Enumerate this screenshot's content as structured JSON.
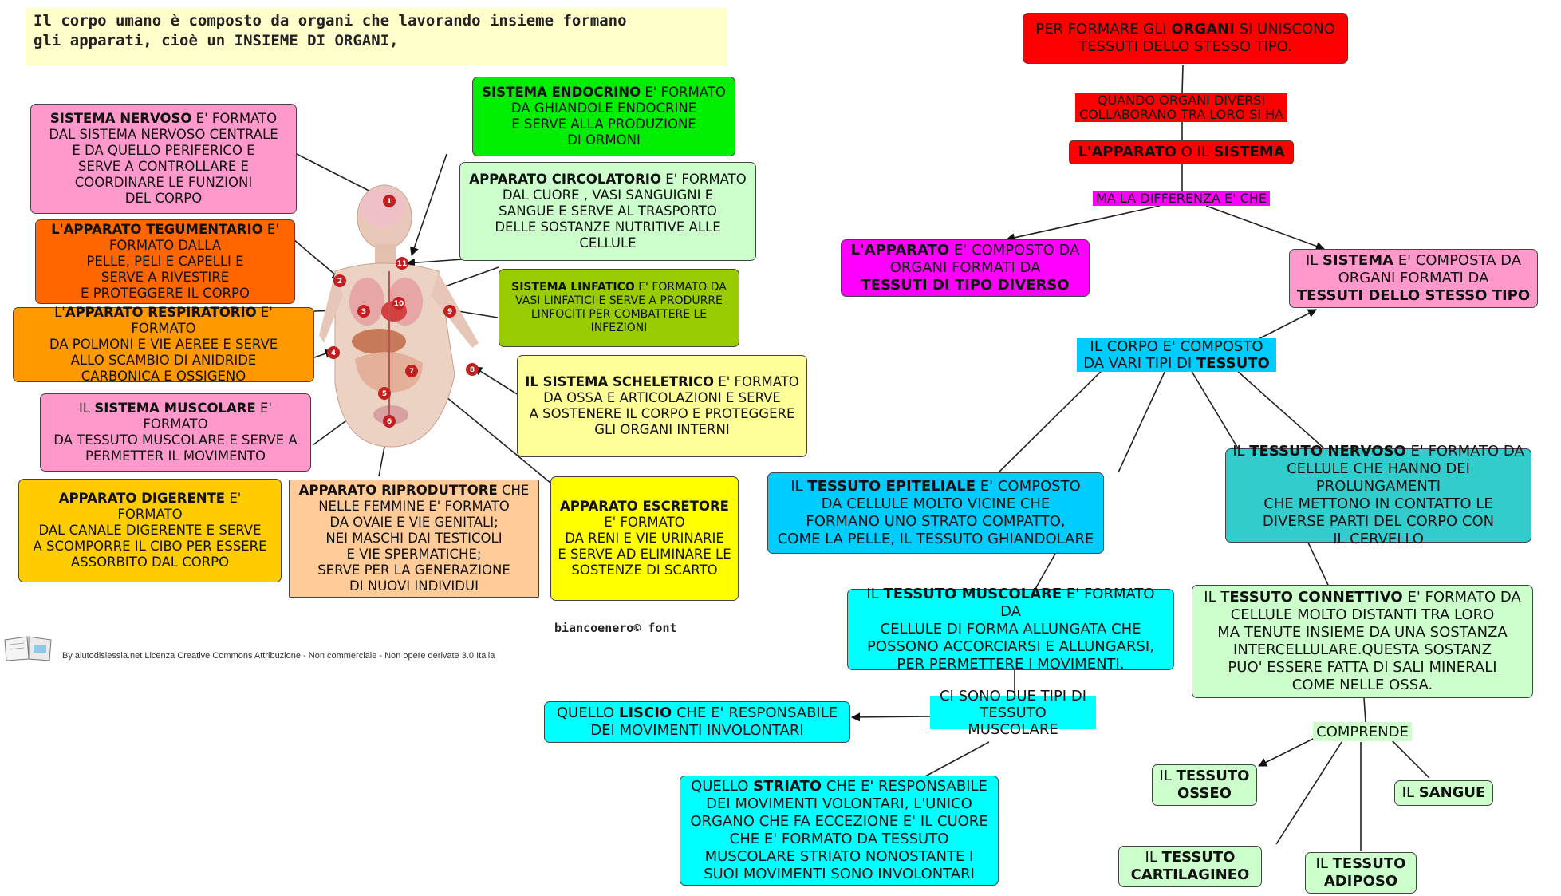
{
  "intro": {
    "line1": "Il corpo umano è composto da organi che lavorando insieme formano",
    "line2": "gli apparati, cioè un INSIEME DI ORGANI,"
  },
  "body_labels": [
    "1",
    "2",
    "3",
    "4",
    "5",
    "6",
    "7",
    "8",
    "9",
    "10",
    "11"
  ],
  "nodes": {
    "nervoso": {
      "b": "SISTEMA NERVOSO",
      "t": " E' FORMATO\nDAL SISTEMA NERVOSO CENTRALE\nE DA QUELLO PERIFERICO E\nSERVE A CONTROLLARE E\nCOORDINARE LE FUNZIONI\nDEL CORPO"
    },
    "tegumentario": {
      "b": "L'APPARATO TEGUMENTARIO",
      "t": " E'\nFORMATO DALLA\nPELLE, PELI E CAPELLI E\nSERVE A RIVESTIRE\nE PROTEGGERE IL CORPO"
    },
    "respiratorio": {
      "a": "L'",
      "b": "APPARATO RESPIRATORIO",
      "t": " E' FORMATO\nDA POLMONI E VIE AEREE E SERVE\nALLO SCAMBIO DI ANIDRIDE\nCARBONICA E OSSIGENO"
    },
    "muscolare": {
      "a": "IL ",
      "b": "SISTEMA MUSCOLARE",
      "t": " E' FORMATO\nDA TESSUTO MUSCOLARE E SERVE A\nPERMETTER IL MOVIMENTO"
    },
    "digerente": {
      "b": "APPARATO DIGERENTE",
      "t": " E' FORMATO\nDAL CANALE DIGERENTE E SERVE\nA SCOMPORRE IL CIBO PER ESSERE\nASSORBITO DAL CORPO"
    },
    "riproduttore": {
      "b": "APPARATO RIPRODUTTORE",
      "t": " CHE\nNELLE FEMMINE E' FORMATO\nDA OVAIE E VIE GENITALI;\nNEI MASCHI DAI TESTICOLI\nE VIE SPERMATICHE;\nSERVE PER LA GENERAZIONE\nDI NUOVI INDIVIDUI"
    },
    "escretore": {
      "b": "APPARATO ESCRETORE",
      "t": "\nE' FORMATO\nDA RENI E VIE URINARIE\nE SERVE AD ELIMINARE LE\nSOSTENZE DI SCARTO"
    },
    "endocrino": {
      "b": "SISTEMA ENDOCRINO",
      "t": " E' FORMATO\nDA GHIANDOLE ENDOCRINE\nE SERVE ALLA PRODUZIONE\nDI ORMONI"
    },
    "circolatorio": {
      "b": "APPARATO CIRCOLATORIO",
      "t": " E' FORMATO\nDAL CUORE , VASI SANGUIGNI E\nSANGUE E SERVE AL TRASPORTO\nDELLE SOSTANZE NUTRITIVE ALLE\nCELLULE"
    },
    "linfatico": {
      "b": "SISTEMA LINFATICO",
      "t": " E' FORMATO DA\nVASI LINFATICI E SERVE A PRODURRE\nLINFOCITI PER COMBATTERE LE\nINFEZIONI"
    },
    "scheletrico": {
      "b": "IL SISTEMA SCHELETRICO",
      "t": " E' FORMATO\nDA OSSA E ARTICOLAZIONI E SERVE\nA SOSTENERE IL CORPO E PROTEGGERE\nGLI ORGANI INTERNI"
    },
    "organi": {
      "a": "PER FORMARE GLI ",
      "b": "ORGANI",
      "t": " SI UNISCONO\nTESSUTI DELLO STESSO TIPO."
    },
    "apparato_sistema": {
      "b": "L'APPARATO",
      "m": " O IL ",
      "b2": "SISTEMA"
    },
    "apparato_def": {
      "b": "L'APPARATO",
      "t": " E' COMPOSTO DA\nORGANI FORMATI DA\n",
      "b2": "TESSUTI DI TIPO DIVERSO"
    },
    "sistema_def": {
      "a": "IL ",
      "b": "SISTEMA",
      "t": " E' COMPOSTA DA\nORGANI FORMATI DA\n",
      "b2": "TESSUTI DELLO STESSO TIPO"
    },
    "epiteliale": {
      "a": "IL ",
      "b": "TESSUTO EPITELIALE",
      "t": " E' COMPOSTO\nDA CELLULE MOLTO VICINE CHE\nFORMANO UNO STRATO COMPATTO,\nCOME LA PELLE, IL TESSUTO GHIANDOLARE"
    },
    "nervoso_t": {
      "a": "IL ",
      "b": "TESSUTO NERVOSO",
      "t": " E' FORMATO DA\nCELLULE CHE HANNO DEI PROLUNGAMENTI\nCHE METTONO IN CONTATTO LE\nDIVERSE PARTI DEL CORPO CON\nIL CERVELLO"
    },
    "muscolare_t": {
      "a": "IL ",
      "b": "TESSUTO MUSCOLARE",
      "t": " E' FORMATO DA\nCELLULE DI FORMA ALLUNGATA CHE\nPOSSONO ACCORCIARSI E ALLUNGARSI,\nPER PERMETTERE I MOVIMENTI."
    },
    "connettivo": {
      "a": "IL T",
      "b": "ESSUTO CONNETTIVO",
      "t": " E' FORMATO DA\nCELLULE MOLTO DISTANTI TRA LORO\nMA TENUTE INSIEME DA UNA SOSTANZA\nINTERCELLULARE.QUESTA SOSTANZ\nPUO' ESSERE FATTA DI SALI MINERALI\nCOME NELLE OSSA."
    },
    "liscio": {
      "a": "QUELLO ",
      "b": "LISCIO",
      "t": " CHE E' RESPONSABILE\nDEI MOVIMENTI INVOLONTARI"
    },
    "striato": {
      "a": "QUELLO ",
      "b": "STRIATO",
      "t": " CHE E' RESPONSABILE\nDEI MOVIMENTI VOLONTARI, L'UNICO\nORGANO CHE FA ECCEZIONE E' IL CUORE\nCHE E' FORMATO DA TESSUTO\nMUSCOLARE STRIATO NONOSTANTE I\nSUOI MOVIMENTI SONO INVOLONTARI"
    },
    "osseo": {
      "a": "IL ",
      "b": "TESSUTO\nOSSEO"
    },
    "sangue": {
      "a": "IL ",
      "b": "SANGUE"
    },
    "cartilagineo": {
      "a": "IL ",
      "b": "TESSUTO\nCARTILAGINEO"
    },
    "adiposo": {
      "a": "IL ",
      "b": "TESSUTO\nADIPOSO"
    }
  },
  "labels": {
    "quando": "QUANDO ORGANI DIVERSI\nCOLLABORANO TRA LORO SI HA",
    "differenza": "MA LA DIFFERENZA E' CHE",
    "corpo": {
      "t": "IL CORPO E' COMPOSTO\nDA VARI TIPI DI ",
      "b": "TESSUTO"
    },
    "due_tipi": "CI SONO DUE TIPI DI\nTESSUTO MUSCOLARE",
    "comprende": "COMPRENDE"
  },
  "footer": {
    "credit": "By aiutodislessia.net Licenza Creative Commons Attribuzione - Non commerciale - Non opere derivate 3.0 Italia",
    "font_note": "biancoenero© font"
  },
  "colors": {
    "pink": "#ff99cc",
    "orange_dark": "#ff6600",
    "orange": "#ff9900",
    "gold": "#ffcc00",
    "peach": "#ffcc99",
    "yellow": "#ffff00",
    "green": "#00ee00",
    "mint": "#ccffcc",
    "olive": "#99cc00",
    "lightyellow": "#ffff99",
    "red": "#ff0000",
    "magenta": "#ff00ff",
    "cyan_blue": "#00ccff",
    "teal": "#33cccc",
    "cyan": "#00ffff",
    "lightgreen": "#ccffcc"
  }
}
